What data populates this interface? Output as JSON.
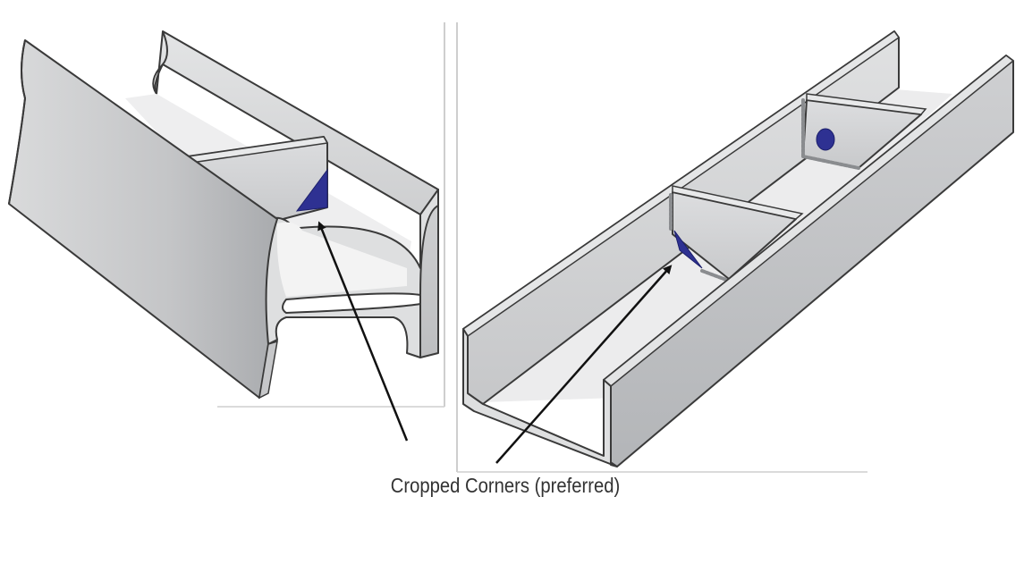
{
  "caption": "Cropped Corners (preferred)",
  "colors": {
    "background": "#ffffff",
    "steel_light": "#e6e7e8",
    "steel_mid": "#cfd0d2",
    "steel_dark": "#a7a9ac",
    "steel_face": "#ececec",
    "outline": "#3a3a3a",
    "crop_highlight": "#2e3192",
    "weld_bead": "#8a8c8f",
    "divider_line": "#bdbdbd",
    "arrow": "#111111"
  },
  "panels": [
    {
      "name": "h-beam-with-stiffener",
      "content": "wide-flange beam with stiffener plate and cropped corner"
    },
    {
      "name": "channel-with-stiffeners",
      "content": "channel section with two welded stiffener plates, cropped corner and bolt hole"
    }
  ],
  "icons": [
    "arrow-pointer-icon",
    "bolt-hole-icon"
  ]
}
